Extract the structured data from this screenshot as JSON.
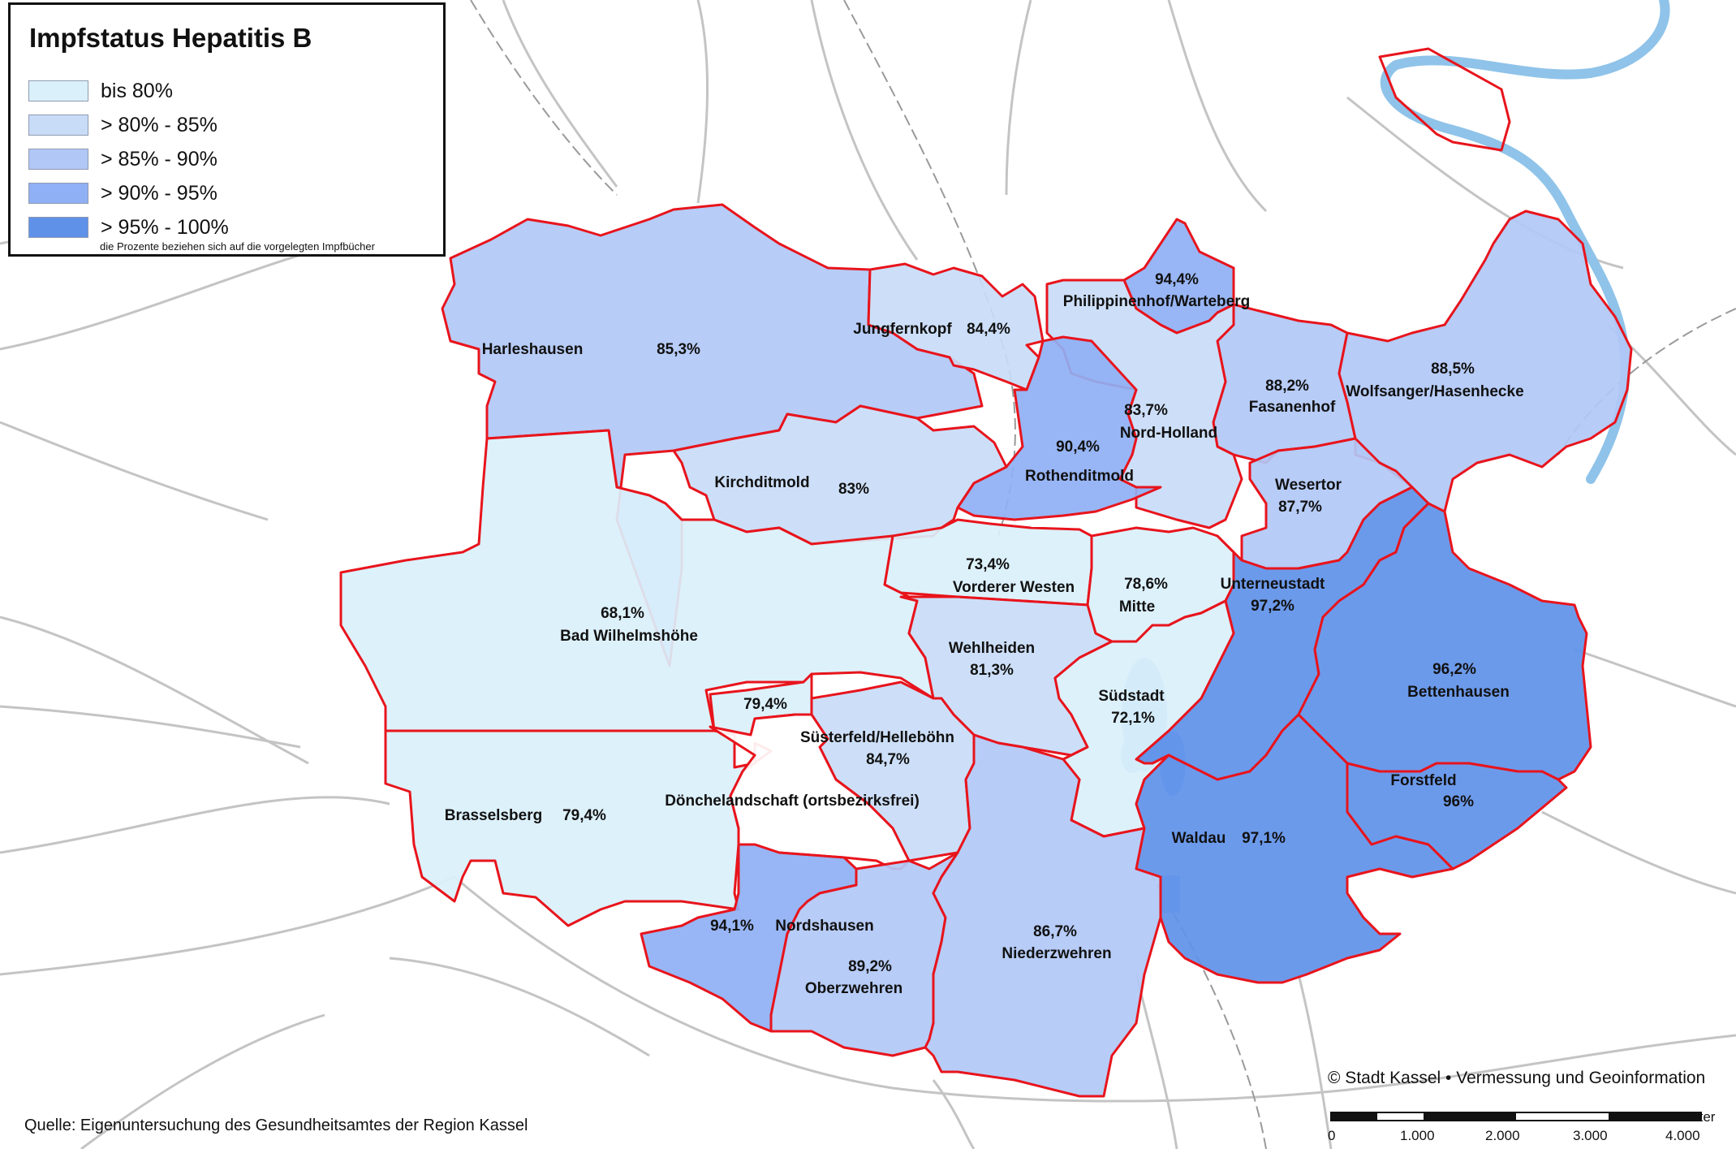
{
  "legend": {
    "title": "Impfstatus Hepatitis B",
    "classes": [
      {
        "label": "bis 80%",
        "color": "#daf0fb"
      },
      {
        "label": "> 80% - 85%",
        "color": "#c9dcf7"
      },
      {
        "label": "> 85% - 90%",
        "color": "#b1c8f6"
      },
      {
        "label": "> 90% - 95%",
        "color": "#8fb0f4"
      },
      {
        "label": "> 95% - 100%",
        "color": "#5f91e9"
      }
    ],
    "note": "die Prozente beziehen sich auf die vorgelegten Impfbücher"
  },
  "districts": [
    {
      "name": "Harleshausen",
      "value": "85,3%",
      "class": 2
    },
    {
      "name": "Jungfernkopf",
      "value": "84,4%",
      "class": 1
    },
    {
      "name": "Philippinenhof/Warteberg",
      "value": "94,4%",
      "class": 3
    },
    {
      "name": "Fasanenhof",
      "value": "88,2%",
      "class": 2
    },
    {
      "name": "Wolfsanger/Hasenhecke",
      "value": "88,5%",
      "class": 2
    },
    {
      "name": "Nord-Holland",
      "value": "83,7%",
      "class": 1
    },
    {
      "name": "Rothenditmold",
      "value": "90,4%",
      "class": 3
    },
    {
      "name": "Kirchditmold",
      "value": "83%",
      "class": 1
    },
    {
      "name": "Wesertor",
      "value": "87,7%",
      "class": 2
    },
    {
      "name": "Vorderer Westen",
      "value": "73,4%",
      "class": 0
    },
    {
      "name": "Mitte",
      "value": "78,6%",
      "class": 0
    },
    {
      "name": "Unterneustadt",
      "value": "97,2%",
      "class": 4
    },
    {
      "name": "Bad Wilhelmshöhe",
      "value": "68,1%",
      "class": 0
    },
    {
      "name": "Wehlheiden",
      "value": "81,3%",
      "class": 1
    },
    {
      "name": "Bettenhausen",
      "value": "96,2%",
      "class": 4
    },
    {
      "name": "Südstadt",
      "value": "72,1%",
      "class": 0
    },
    {
      "name": "",
      "value": "79,4%",
      "class": 0
    },
    {
      "name": "Süsterfeld/Helleböhn",
      "value": "84,7%",
      "class": 1
    },
    {
      "name": "Forstfeld",
      "value": "96%",
      "class": 4
    },
    {
      "name": "Brasselsberg",
      "value": "79,4%",
      "class": 0
    },
    {
      "name": "Dönchelandschaft (ortsbezirksfrei)",
      "value": "",
      "class": -1
    },
    {
      "name": "Waldau",
      "value": "97,1%",
      "class": 4
    },
    {
      "name": "Nordshausen",
      "value": "94,1%",
      "class": 3
    },
    {
      "name": "Oberzwehren",
      "value": "89,2%",
      "class": 2
    },
    {
      "name": "Niederzwehren",
      "value": "86,7%",
      "class": 2
    }
  ],
  "scale_bar": {
    "unit": "Meter",
    "ticks": [
      "0",
      "1.000",
      "2.000",
      "3.000",
      "4.000"
    ]
  },
  "copyright": "© Stadt Kassel • Vermessung und Geoinformation",
  "source": "Quelle: Eigenuntersuchung des Gesundheitsamtes der Region Kassel",
  "colors": {
    "border": "#e8141c",
    "river": "#8fc3e9",
    "roads": "#c2c2c2",
    "unassigned": "#ffffff"
  }
}
